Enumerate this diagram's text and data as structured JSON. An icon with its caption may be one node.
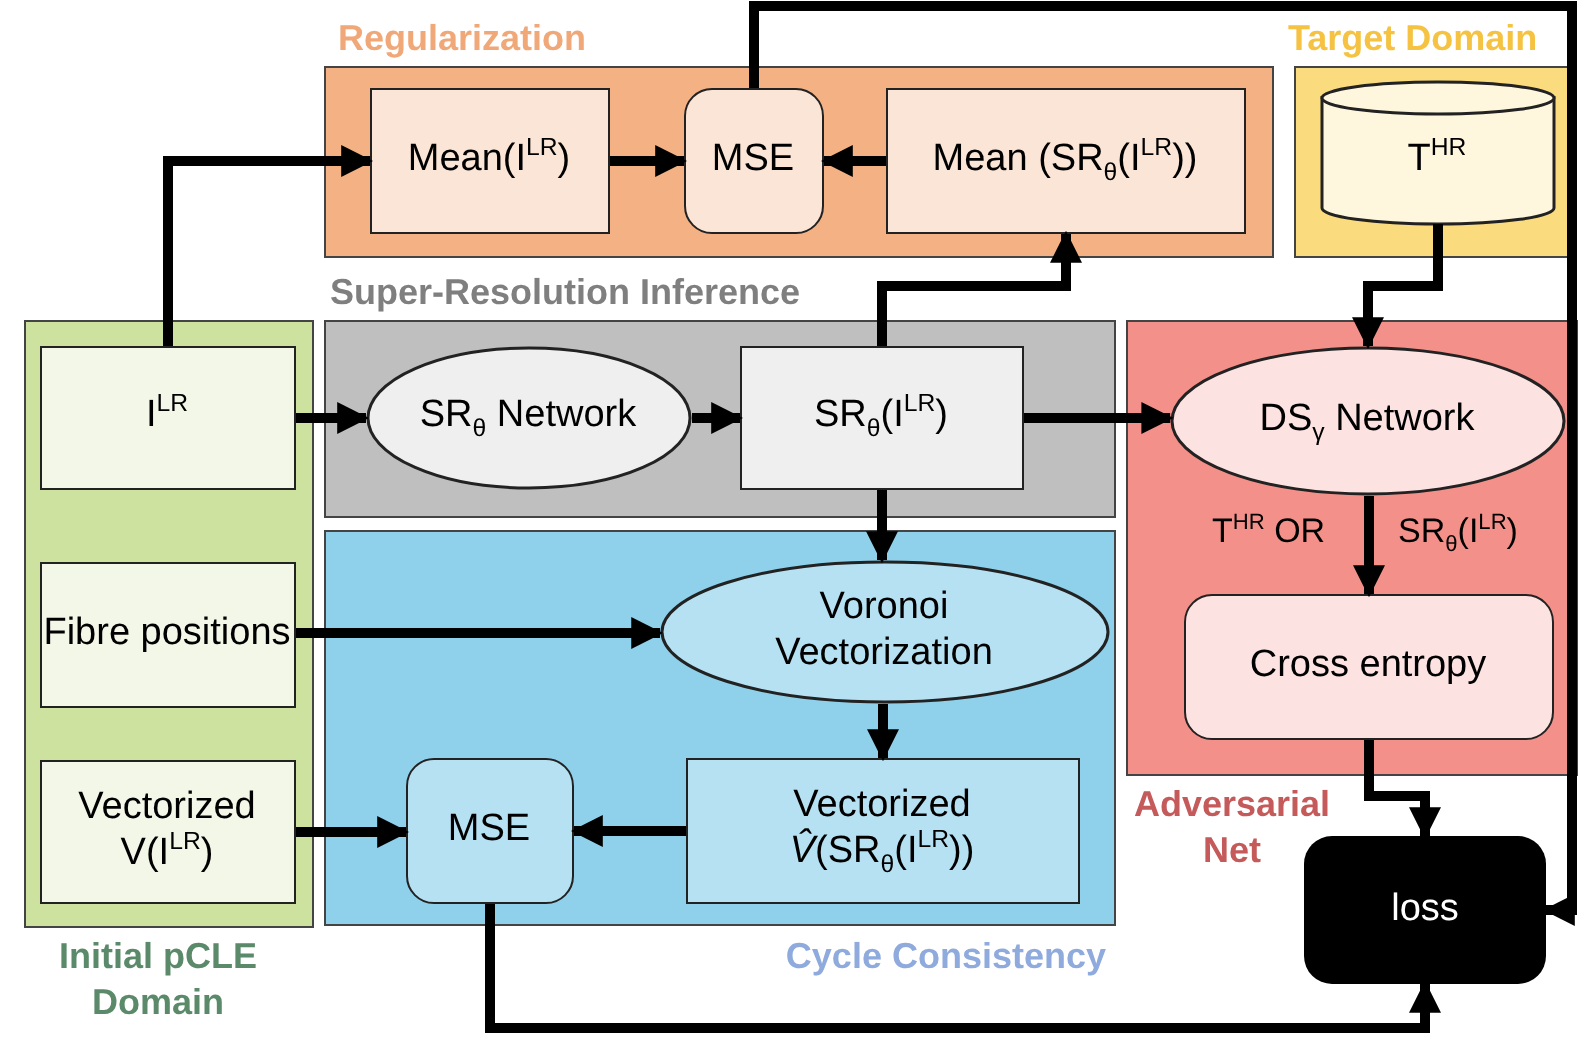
{
  "diagram": {
    "nodes": [
      {
        "text": [
          "Regularization"
        ]
      },
      {
        "text": [
          "Mean(I$^{LR}$)"
        ],
        "in": 0
      },
      {
        "text": [
          "MSE"
        ],
        "in": 0
      },
      {
        "text": [
          "Mean (SR$_{θ}$(I$^{LR}$))"
        ],
        "in": 0
      },
      {
        "text": [
          "Target Domain"
        ]
      },
      {
        "text": [
          "T$^{HR}$"
        ],
        "in": 4
      },
      {
        "text": [
          "Super-Resolution Inference"
        ]
      },
      {
        "text": [
          "SR$_{θ}$ Network"
        ],
        "in": 6
      },
      {
        "text": [
          "SR$_{θ}$(I$^{LR}$)"
        ],
        "in": 6
      },
      {
        "text": [
          "Initial pCLE Domain"
        ]
      },
      {
        "text": [
          "I$^{LR}$"
        ],
        "in": 9
      },
      {
        "text": [
          "Fibre positions"
        ],
        "in": 9
      },
      {
        "text": [
          "Vectorized V(I$^{LR}$)"
        ],
        "in": 9
      },
      {
        "text": [
          "Cycle Consistency"
        ]
      },
      {
        "text": [
          "Voronoi Vectorization"
        ],
        "in": 13
      },
      {
        "text": [
          "Vectorized *V̂*(SR$_{θ}$(I$^{LR}$))"
        ],
        "in": 13
      },
      {
        "text": [
          "MSE"
        ],
        "in": 13
      },
      {
        "text": [
          "Adversarial Net"
        ]
      },
      {
        "text": [
          "DS$_{γ}$ Network"
        ],
        "in": 17
      },
      {
        "text": [
          "Cross entropy"
        ],
        "in": 17
      },
      {
        "text": [
          "loss"
        ]
      }
    ],
    "edges": [
      {
        "from": 10,
        "to": 1,
        "arrow": "to"
      },
      {
        "from": 1,
        "to": 2,
        "arrow": "to"
      },
      {
        "from": 3,
        "to": 2,
        "arrow": "to"
      },
      {
        "from": 2,
        "to": 20,
        "arrow": "to"
      },
      {
        "from": 10,
        "to": 7,
        "arrow": "to"
      },
      {
        "from": 7,
        "to": 8,
        "arrow": "to"
      },
      {
        "from": 8,
        "to": 3,
        "arrow": "to"
      },
      {
        "from": 8,
        "to": 18,
        "arrow": "to"
      },
      {
        "from": 5,
        "to": 18,
        "arrow": "to"
      },
      {
        "from": 8,
        "to": 14,
        "arrow": "to"
      },
      {
        "from": 11,
        "to": 14,
        "arrow": "to"
      },
      {
        "from": 14,
        "to": 15,
        "arrow": "to"
      },
      {
        "from": 15,
        "to": 16,
        "arrow": "to"
      },
      {
        "from": 12,
        "to": 16,
        "arrow": "to"
      },
      {
        "from": 16,
        "to": 20,
        "arrow": "to"
      },
      {
        "from": 18,
        "to": 19,
        "arrow": "to"
      },
      {
        "from": 19,
        "to": 20,
        "arrow": "to"
      }
    ],
    "labels": [
      "T$^{HR}$ OR",
      "SR$_{θ}$(I$^{LR}$)"
    ]
  }
}
